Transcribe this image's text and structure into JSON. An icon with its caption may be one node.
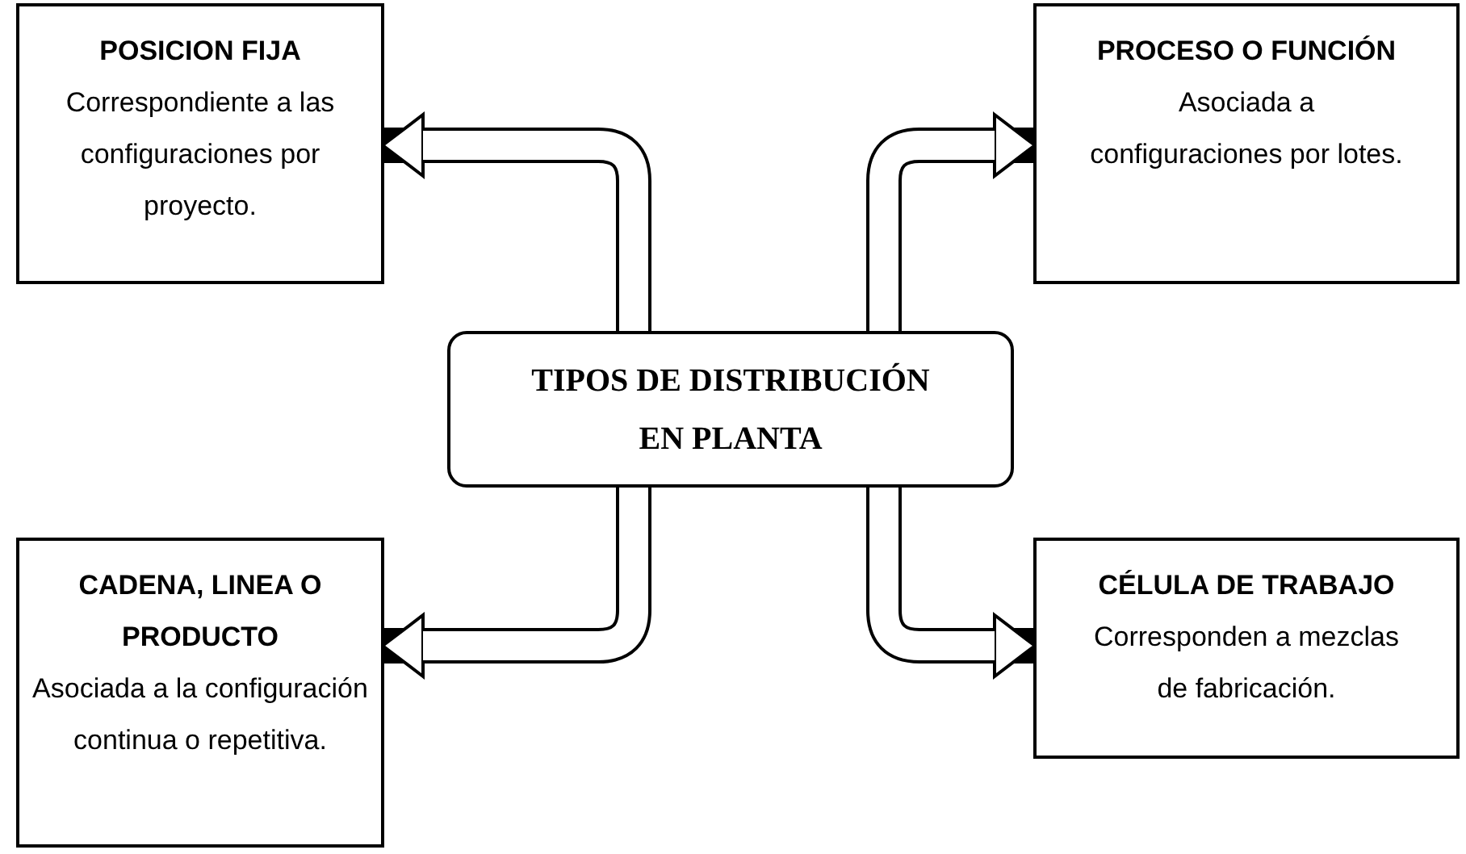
{
  "diagram": {
    "nodes": [
      {
        "text": [
          "POSICION FIJA",
          "Correspondiente a las configuraciones por proyecto."
        ]
      },
      {
        "text": [
          "PROCESO O FUNCIÓN",
          "Asociada a configuraciones por lotes."
        ]
      },
      {
        "text": [
          "TIPOS DE DISTRIBUCIÓN EN PLANTA"
        ]
      },
      {
        "text": [
          "CADENA, LINEA O PRODUCTO",
          "Asociada a la configuración continua o repetitiva."
        ]
      },
      {
        "text": [
          "CÉLULA DE TRABAJO",
          "Corresponden a mezclas de fabricación."
        ]
      }
    ],
    "edges": [
      {
        "from": 2,
        "to": 0,
        "arrow": "to"
      },
      {
        "from": 2,
        "to": 1,
        "arrow": "to"
      },
      {
        "from": 2,
        "to": 3,
        "arrow": "to"
      },
      {
        "from": 2,
        "to": 4,
        "arrow": "to"
      }
    ]
  }
}
